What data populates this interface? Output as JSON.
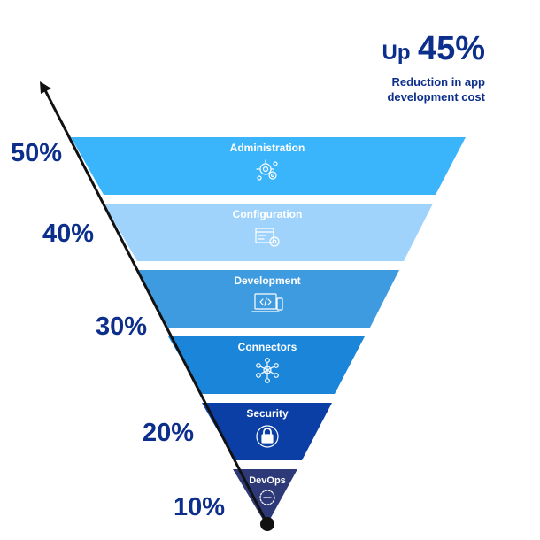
{
  "headline": {
    "prefix": "Up",
    "value": "45%",
    "description_line1": "Reduction in app",
    "description_line2": "development cost"
  },
  "colors": {
    "text_accent": "#0d2f8c",
    "arrow": "#111111",
    "icon_stroke": "#ffffff"
  },
  "levels": [
    {
      "label": "Administration",
      "icon": "gears-icon",
      "color": "#3ab4fb"
    },
    {
      "label": "Configuration",
      "icon": "settings-window-icon",
      "color": "#9fd3fb"
    },
    {
      "label": "Development",
      "icon": "code-monitor-icon",
      "color": "#3f9be0"
    },
    {
      "label": "Connectors",
      "icon": "network-nodes-icon",
      "color": "#1b86d9"
    },
    {
      "label": "Security",
      "icon": "padlock-icon",
      "color": "#0c3fa6"
    },
    {
      "label": "DevOps",
      "icon": "devops-cycle-icon",
      "color": "#2e3a78"
    }
  ],
  "scale": [
    "50%",
    "40%",
    "30%",
    "20%",
    "10%"
  ]
}
